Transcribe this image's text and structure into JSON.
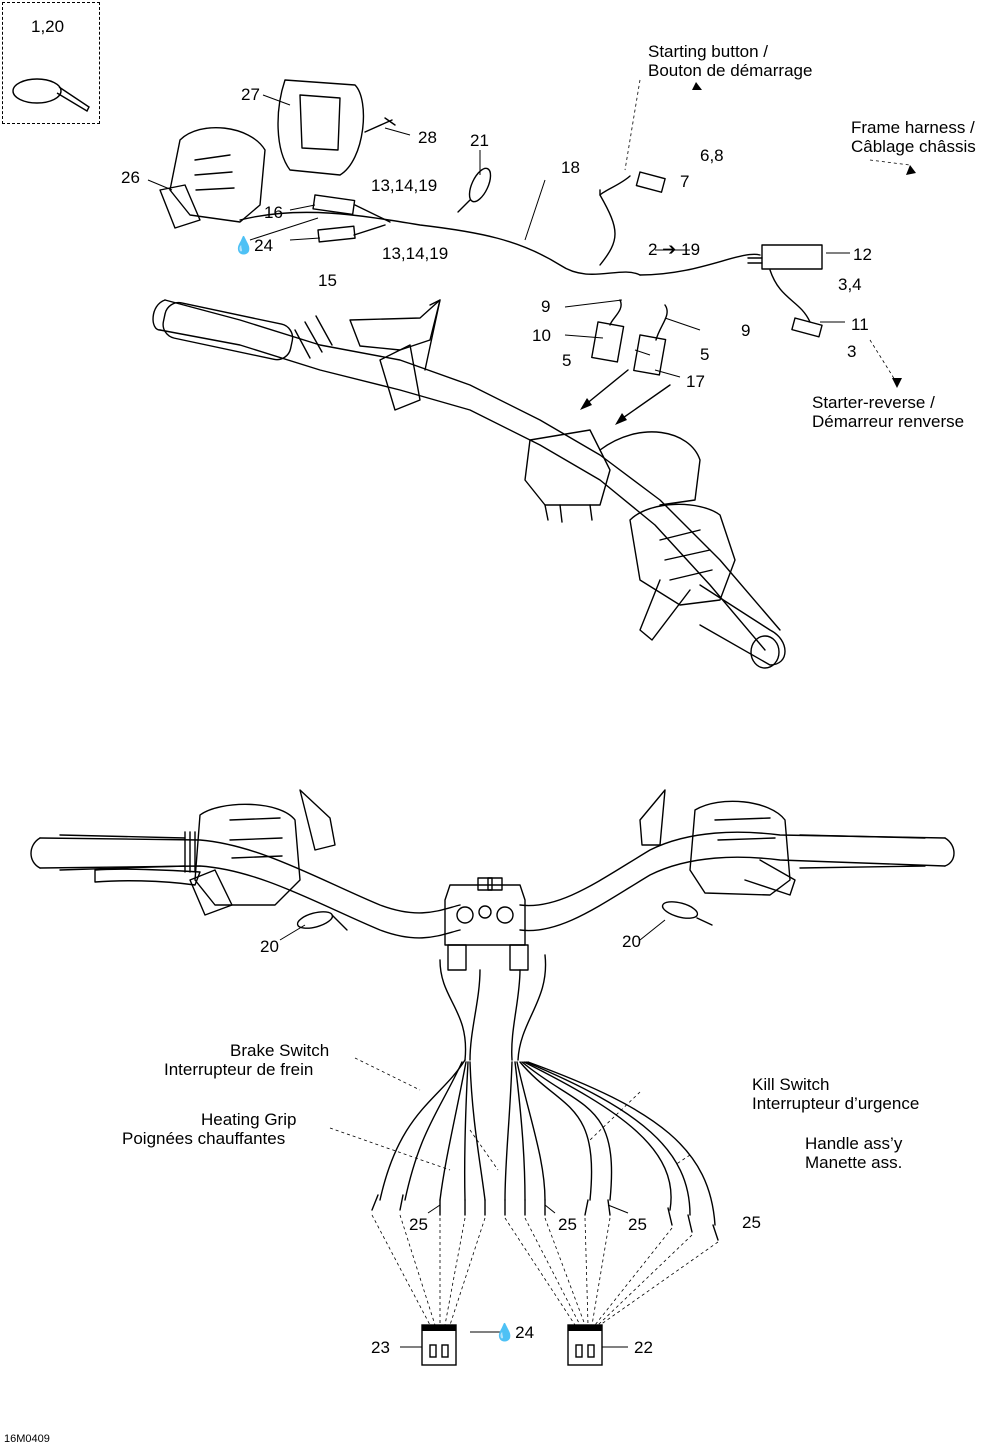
{
  "inset": {
    "label": "1,20"
  },
  "upper": {
    "starting_button": [
      "Starting button /",
      "Bouton de démarrage"
    ],
    "frame_harness": [
      "Frame harness /",
      "Câblage châssis"
    ],
    "starter_reverse": [
      "Starter-reverse /",
      "Démarreur renverse"
    ],
    "callouts": {
      "c27": "27",
      "c28": "28",
      "c26": "26",
      "c21": "21",
      "c18": "18",
      "c13a": "13,14,19",
      "c16": "16",
      "c24": "24",
      "c13b": "13,14,19",
      "c15": "15",
      "c68": "6,8",
      "c7": "7",
      "c2to19": "2 ➔ 19",
      "c12": "12",
      "c34": "3,4",
      "c9a": "9",
      "c9b": "9",
      "c10": "10",
      "c5a": "5",
      "c5b": "5",
      "c17": "17",
      "c11": "11",
      "c3": "3"
    }
  },
  "lower": {
    "brake_switch": [
      "Brake Switch",
      "Interrupteur de frein"
    ],
    "heating_grip": [
      "Heating Grip",
      "Poignées chauffantes"
    ],
    "kill_switch": [
      "Kill Switch",
      "Interrupteur d’urgence"
    ],
    "handle_assy": [
      "Handle ass’y",
      "Manette ass."
    ],
    "callouts": {
      "c20a": "20",
      "c20b": "20",
      "c25a": "25",
      "c25b": "25",
      "c25c": "25",
      "c25d": "25",
      "c23": "23",
      "c24": "24",
      "c22": "22"
    }
  },
  "figure_code": "16M0409"
}
